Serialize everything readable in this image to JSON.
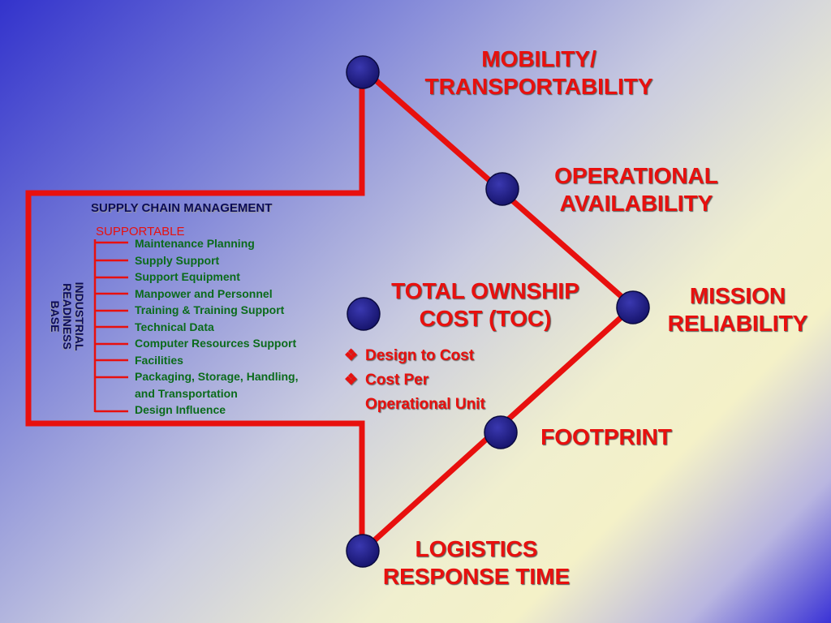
{
  "colors": {
    "accent_red": "#e8100e",
    "node_navy": "#1c1a7a",
    "list_green": "#0b6b1b",
    "header_navy": "#0c0c5a"
  },
  "nodes": {
    "mobility": "MOBILITY/\nTRANSPORTABILITY",
    "operational": "OPERATIONAL\nAVAILABILITY",
    "mission": "MISSION\nRELIABILITY",
    "footprint": "FOOTPRINT",
    "logistics": "LOGISTICS\nRESPONSE TIME",
    "toc": "TOTAL OWNSHIP\nCOST (TOC)"
  },
  "toc_bullets": [
    {
      "icon": "diamond-bullet-icon",
      "text": "Design to Cost"
    },
    {
      "icon": "diamond-bullet-icon",
      "text": "Cost Per"
    },
    {
      "icon": "",
      "text": "Operational Unit"
    }
  ],
  "supply_chain": {
    "title": "SUPPLY CHAIN MANAGEMENT",
    "supportable": "SUPPORTABLE",
    "base_label": "INDUSTRIAL\nREADINESS\nBASE",
    "items": [
      "Maintenance Planning",
      "Supply Support",
      "Support Equipment",
      "Manpower and Personnel",
      "Training & Training Support",
      "Technical Data",
      "Computer Resources Support",
      "Facilities",
      "Packaging, Storage, Handling,",
      "and Transportation",
      "Design Influence"
    ]
  }
}
